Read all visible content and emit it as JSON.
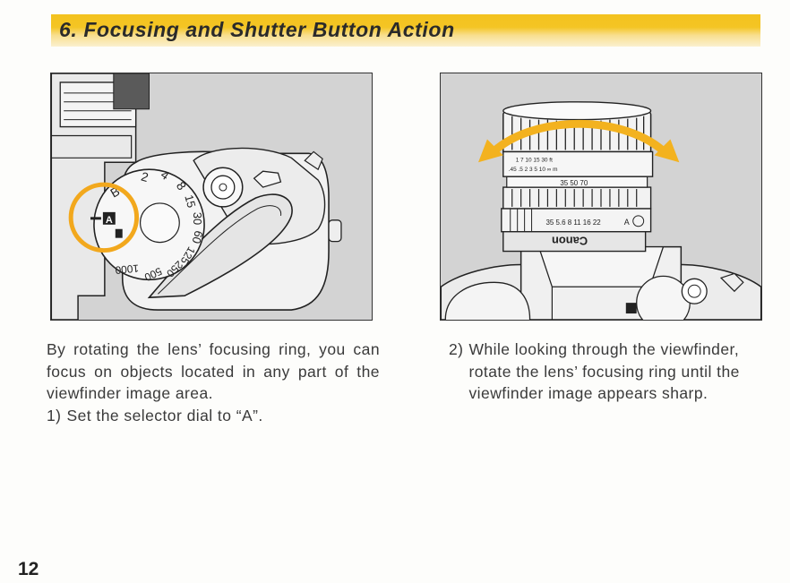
{
  "header": {
    "title": "6. Focusing and Shutter Button Action",
    "band_color": "#f4c524"
  },
  "figures": {
    "left": {
      "dial_numbers": [
        "B",
        "2",
        "4",
        "8",
        "15",
        "30",
        "60",
        "125",
        "250",
        "500",
        "1000"
      ],
      "dial_mode": "A",
      "highlight_color": "#f2a81d"
    },
    "right": {
      "distance_scale_top": "1  7  10  15  30    ft",
      "distance_scale_bottom": ".45 .5  2  3  5  10  ∞   m",
      "zoom_scale": "35          50          70",
      "aperture_scale": "35 5.6 8 11 16 22",
      "aperture_mode": "A",
      "brand": "Canon",
      "arrow_color": "#f3b21f"
    }
  },
  "left_text": {
    "paragraph": "By rotating the lens’ focusing ring, you can focus on objects located in any part of the viewfinder image area.",
    "step1_num": "1)",
    "step1_text": "Set the selector dial to “A”."
  },
  "right_text": {
    "step2_num": "2)",
    "step2_text": "While looking through the viewfinder, rotate the lens’ focusing ring until the viewfinder image appears sharp."
  },
  "page_number": "12"
}
